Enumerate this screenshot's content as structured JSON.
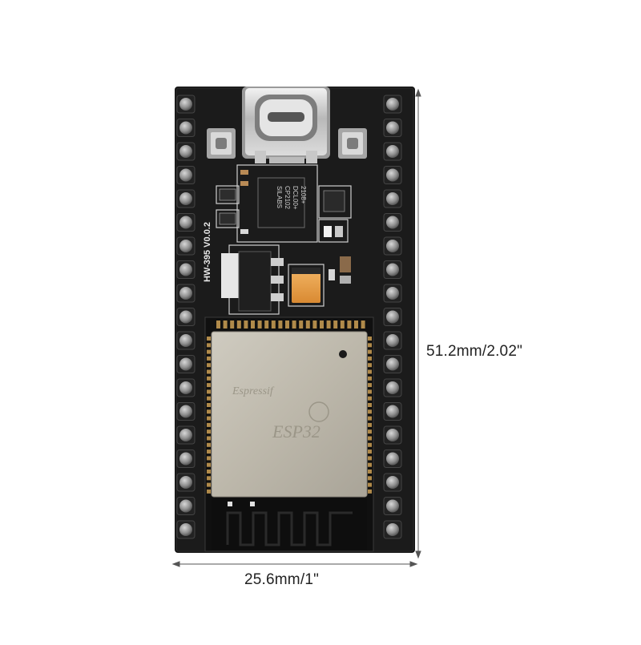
{
  "photo": {
    "subject": "ESP32 development board with USB-C connector",
    "board_label": "HW-395 V0.0.2",
    "usb_chip_text": [
      "SILABS",
      "CP2102",
      "DCL00+",
      "2108+"
    ],
    "module_logo_text": "Espressif",
    "module_text": "ESP32",
    "colors": {
      "pcb": "#141414",
      "module_shield": "#bcb7aa",
      "header_pins": "#8c8c8c",
      "capacitor": "#e8a24a",
      "background": "#ffffff"
    }
  },
  "dimensions": {
    "height_label": "51.2mm/2.02\"",
    "width_label": "25.6mm/1\""
  }
}
